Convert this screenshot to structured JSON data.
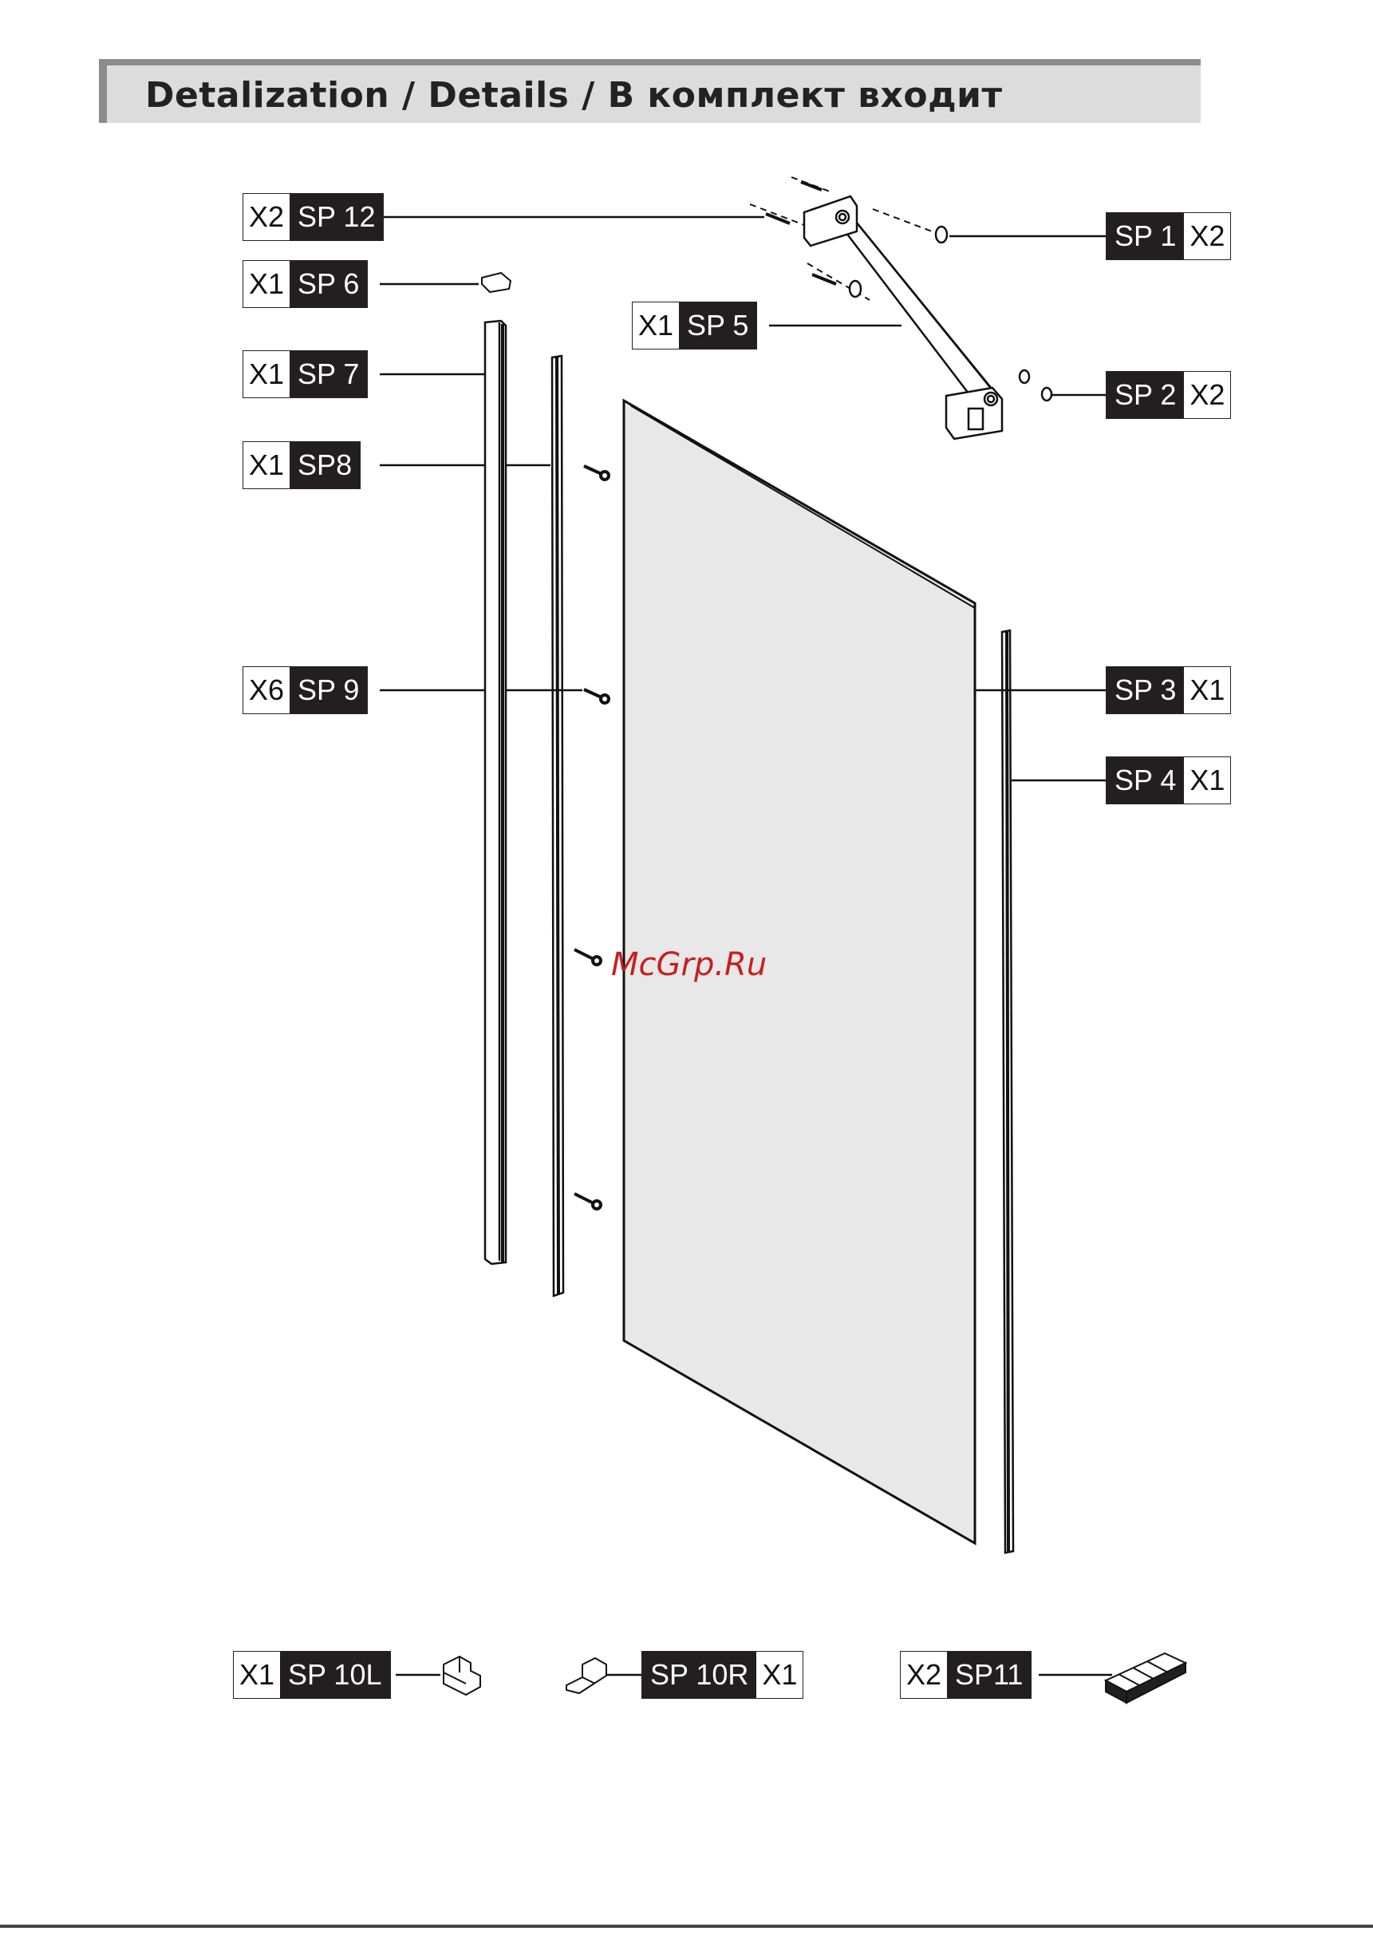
{
  "header": {
    "title": "Detalization / Details / В комплект входит"
  },
  "labels": {
    "sp12": {
      "qty": "X2",
      "code": "SP 12"
    },
    "sp6": {
      "qty": "X1",
      "code": "SP 6"
    },
    "sp7": {
      "qty": "X1",
      "code": "SP 7"
    },
    "sp8": {
      "qty": "X1",
      "code": "SP8"
    },
    "sp9": {
      "qty": "X6",
      "code": "SP 9"
    },
    "sp5": {
      "qty": "X1",
      "code": "SP 5"
    },
    "sp1": {
      "qty": "X2",
      "code": "SP 1"
    },
    "sp2": {
      "qty": "X2",
      "code": "SP 2"
    },
    "sp3": {
      "qty": "X1",
      "code": "SP 3"
    },
    "sp4": {
      "qty": "X1",
      "code": "SP 4"
    },
    "sp10l": {
      "qty": "X1",
      "code": "SP 10L"
    },
    "sp10r": {
      "qty": "X1",
      "code": "SP 10R"
    },
    "sp11": {
      "qty": "X2",
      "code": "SP11"
    }
  },
  "watermark": "McGrp.Ru",
  "colors": {
    "label_dark": "#231f20",
    "glass": "#e8e8e8",
    "header_bg": "#dcdcdc",
    "watermark": "#c81e1e"
  }
}
